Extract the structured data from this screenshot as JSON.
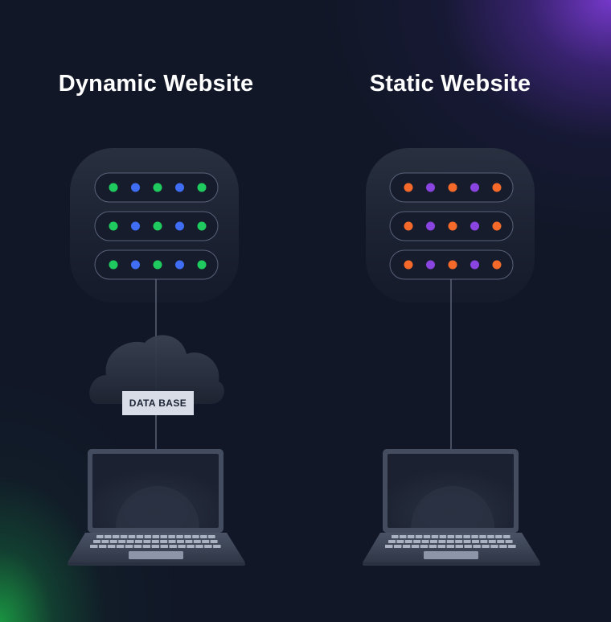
{
  "titles": {
    "dynamic": "Dynamic Website",
    "static": "Static Website"
  },
  "database_label": "DATA BASE",
  "colors": {
    "background": "#111727",
    "dynamic_dots": [
      "#1fcb5f",
      "#3f6ef5",
      "#1fcb5f",
      "#3f6ef5",
      "#1fcb5f"
    ],
    "static_dots": [
      "#f56a2a",
      "#8a45e0",
      "#f56a2a",
      "#8a45e0",
      "#f56a2a"
    ]
  },
  "icons": {
    "server": "server-rack-icon",
    "cloud": "cloud-icon",
    "laptop": "laptop-icon"
  }
}
